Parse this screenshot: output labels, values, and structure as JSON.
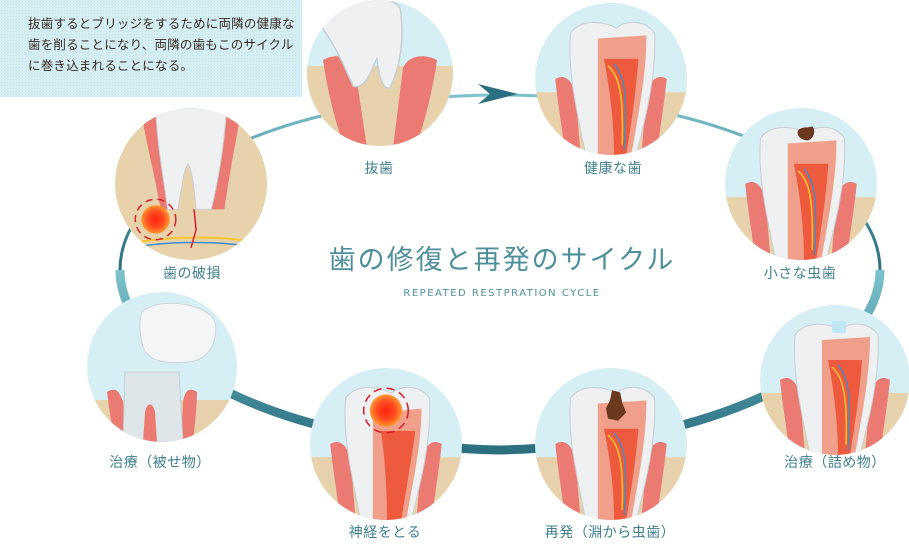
{
  "note": {
    "text": "抜歯するとブリッジをするために両隣の健康な歯を削ることになり、両隣の歯もこのサイクルに巻き込まれることになる。"
  },
  "title": {
    "main": "歯の修復と再発のサイクル",
    "sub": "REPEATED RESTPRATION CYCLE"
  },
  "colors": {
    "ring_light": "#5aaab5",
    "ring_dark": "#2c6f80",
    "label": "#3e7f8e",
    "bubble_bg": "#d6eff4",
    "gum": "#ea7a72",
    "bone": "#e8d2ac",
    "enamel": "#eef0f2",
    "dentin": "#f0a08a",
    "pulp": "#ee5a3e",
    "decay": "#6b3a1e",
    "filling": "#bfe6f4",
    "pain": "#ff3a1a"
  },
  "stages": [
    {
      "id": "extraction",
      "label": "抜歯"
    },
    {
      "id": "healthy",
      "label": "健康な歯"
    },
    {
      "id": "small-cavity",
      "label": "小さな虫歯"
    },
    {
      "id": "filling",
      "label": "治療（詰め物）"
    },
    {
      "id": "recurrence",
      "label": "再発（淵から虫歯）"
    },
    {
      "id": "nerve-removal",
      "label": "神経をとる"
    },
    {
      "id": "crown",
      "label": "治療（被せ物）"
    },
    {
      "id": "fracture",
      "label": "歯の破損"
    }
  ]
}
